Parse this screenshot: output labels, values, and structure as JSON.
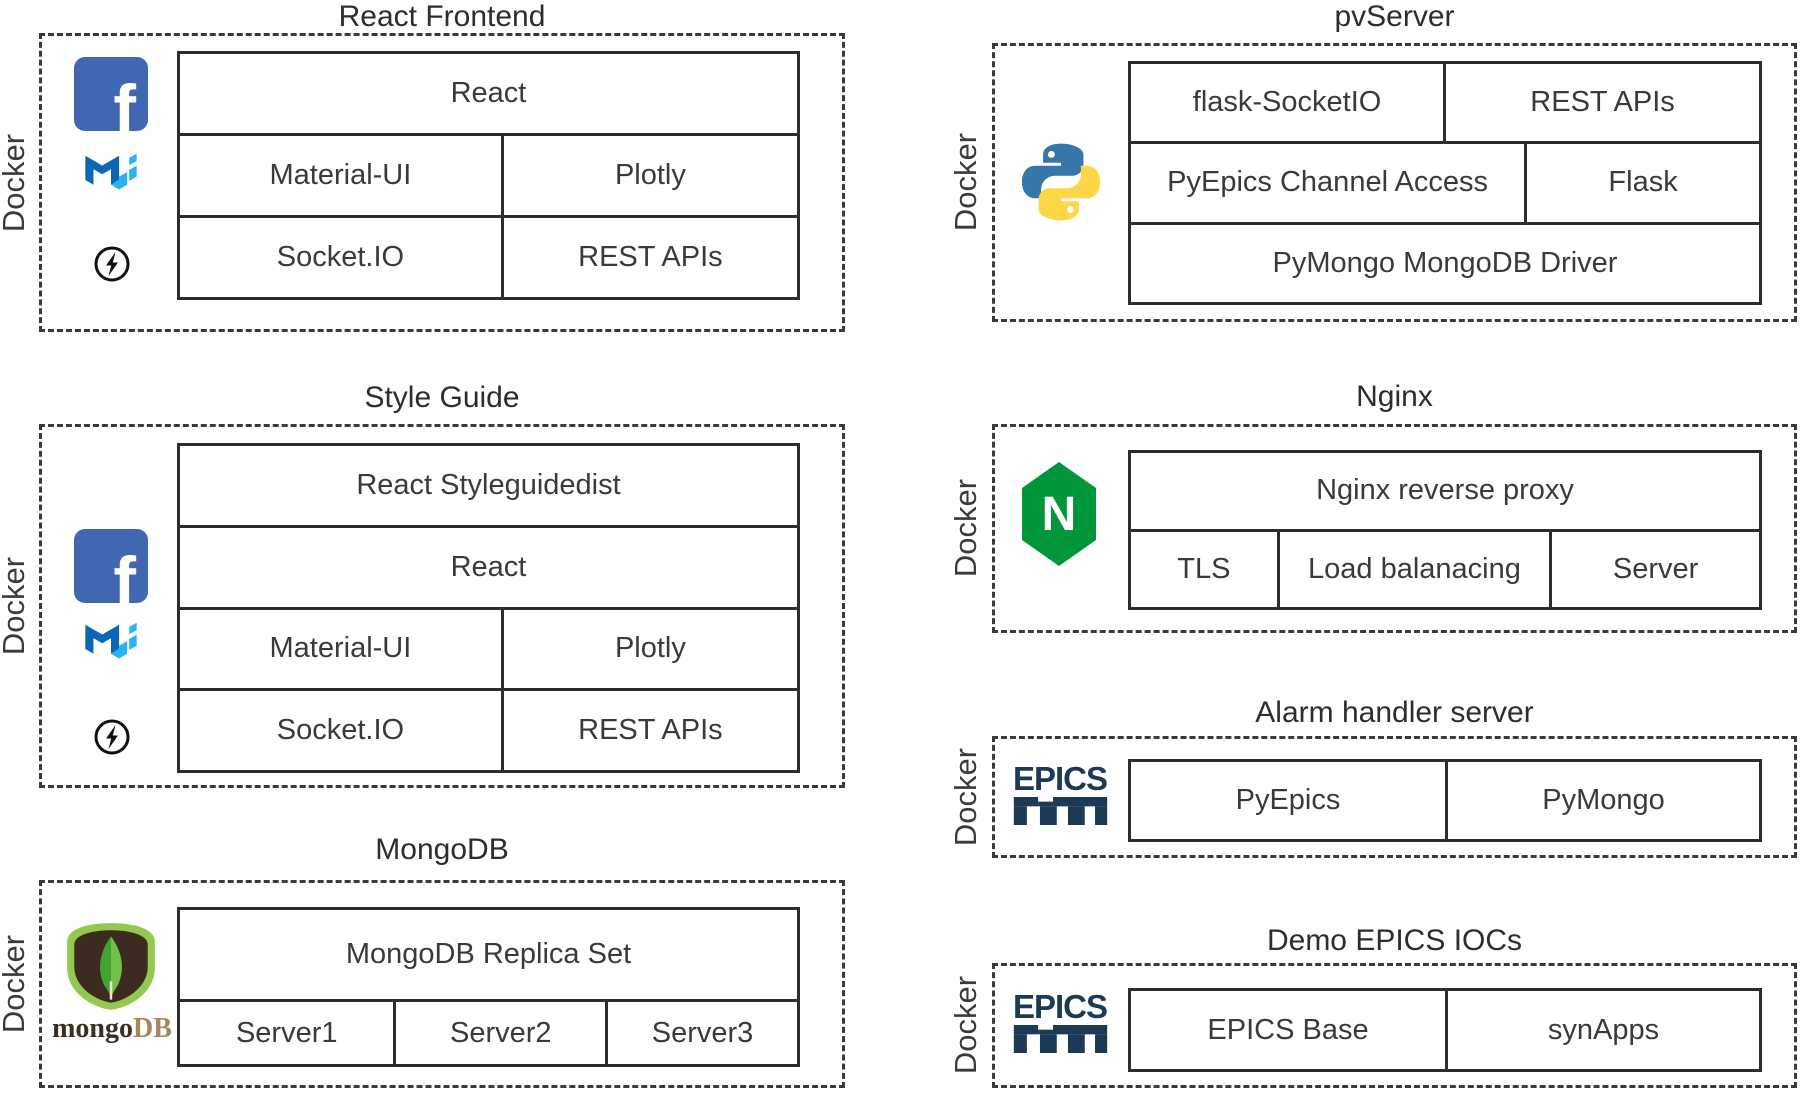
{
  "diagram": {
    "react_frontend": {
      "title": "React Frontend",
      "docker_label": "Docker",
      "react": "React",
      "material_ui": "Material-UI",
      "plotly": "Plotly",
      "socketio": "Socket.IO",
      "rest_apis": "REST APIs"
    },
    "style_guide": {
      "title": "Style Guide",
      "docker_label": "Docker",
      "styleguidedist": "React Styleguidedist",
      "react": "React",
      "material_ui": "Material-UI",
      "plotly": "Plotly",
      "socketio": "Socket.IO",
      "rest_apis": "REST APIs"
    },
    "mongodb": {
      "title": "MongoDB",
      "docker_label": "Docker",
      "replica_set": "MongoDB Replica Set",
      "server1": "Server1",
      "server2": "Server2",
      "server3": "Server3"
    },
    "pvserver": {
      "title": "pvServer",
      "docker_label": "Docker",
      "flask_socketio": "flask-SocketIO",
      "rest_apis": "REST APIs",
      "pyepics_ca": "PyEpics Channel Access",
      "flask": "Flask",
      "pymongo_driver": "PyMongo MongoDB Driver"
    },
    "nginx": {
      "title": "Nginx",
      "docker_label": "Docker",
      "reverse_proxy": "Nginx reverse proxy",
      "tls": "TLS",
      "load_balancing": "Load balanacing",
      "server": "Server"
    },
    "alarm_handler": {
      "title": "Alarm handler server",
      "docker_label": "Docker",
      "pyepics": "PyEpics",
      "pymongo": "PyMongo"
    },
    "demo_iocs": {
      "title": "Demo EPICS IOCs",
      "docker_label": "Docker",
      "epics_base": "EPICS Base",
      "synapps": "synApps"
    }
  },
  "logos": {
    "facebook_glyph": "f",
    "nginx_glyph": "N",
    "epics_wordmark": "EPICS",
    "mongodb_wordmark_part1": "mongo",
    "mongodb_wordmark_part2": "DB"
  },
  "colors": {
    "text": "#3a3a3a",
    "border": "#2d2d2d",
    "facebook_blue": "#4267B2",
    "mui_blue_dark": "#0A66B7",
    "mui_blue_light": "#2BB3F0",
    "python_blue": "#3776AB",
    "python_yellow": "#FFD645",
    "nginx_green": "#009639",
    "epics_navy": "#1C3A56",
    "mongo_green_rim": "#94C951",
    "mongo_brown": "#3E2B20",
    "mongo_leaf_dark": "#43A233",
    "mongo_leaf_light": "#70C04A",
    "mongo_text_dark": "#3B2F21",
    "mongo_text_tan": "#A3885F"
  }
}
